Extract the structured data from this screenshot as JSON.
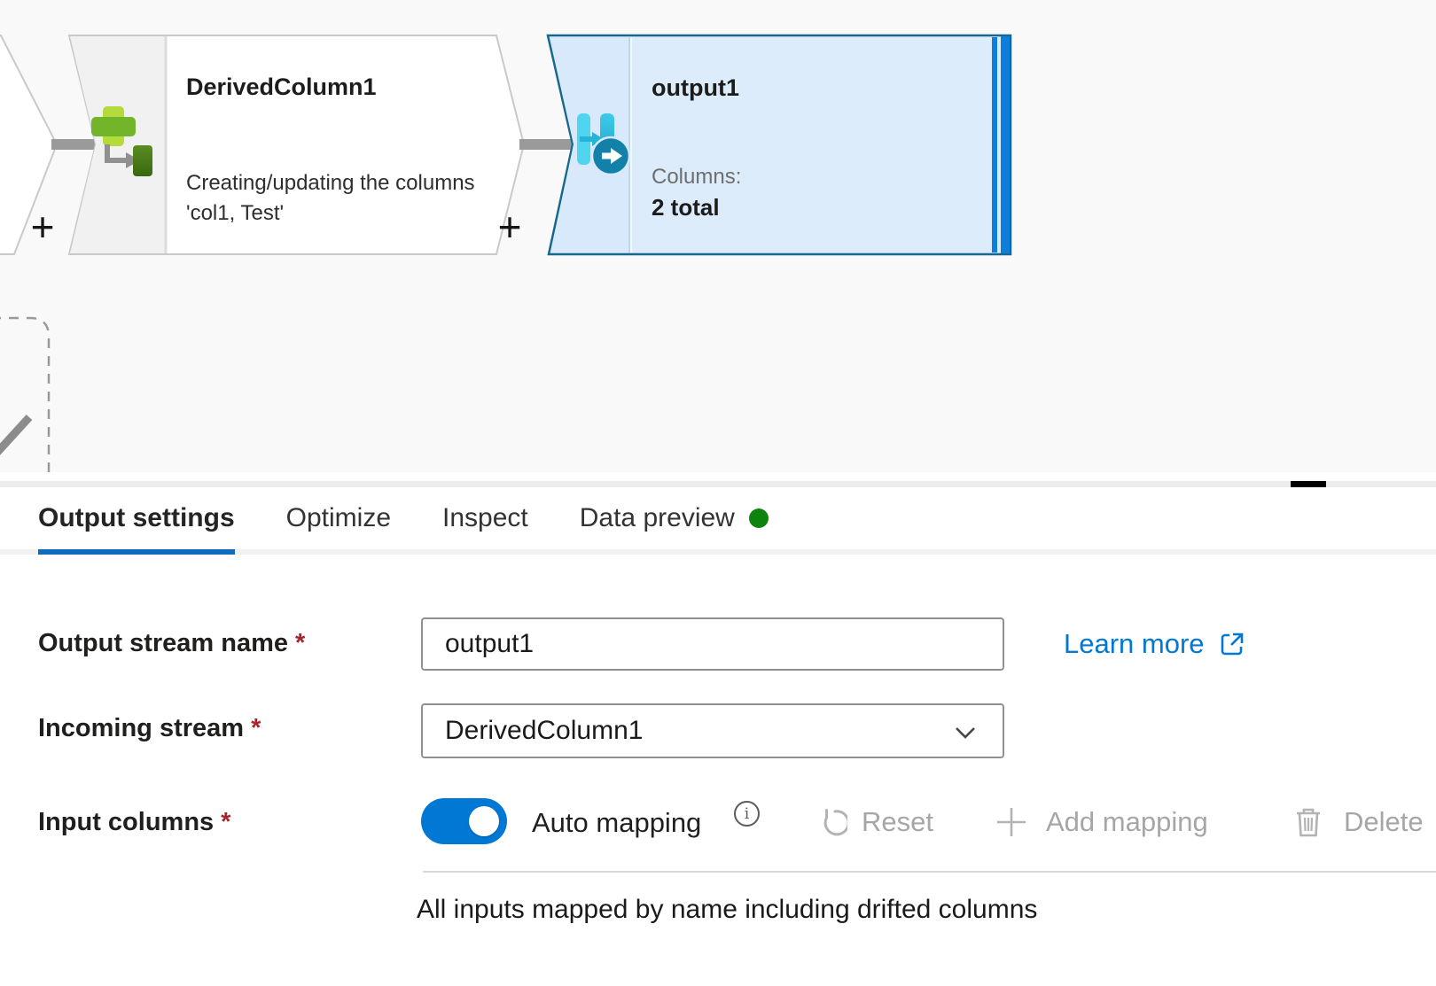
{
  "canvas": {
    "derived_node": {
      "title": "DerivedColumn1",
      "description_line1": "Creating/updating the columns",
      "description_line2": "'col1, Test'",
      "add_button": "+"
    },
    "sink_node": {
      "title": "output1",
      "columns_label": "Columns:",
      "columns_value": "2 total",
      "add_button": "+"
    }
  },
  "panel": {
    "tabs": [
      {
        "label": "Output settings"
      },
      {
        "label": "Optimize"
      },
      {
        "label": "Inspect"
      },
      {
        "label": "Data preview"
      }
    ],
    "output_stream": {
      "label": "Output stream name",
      "required": "*",
      "value": "output1"
    },
    "learn_more": {
      "label": "Learn more"
    },
    "incoming_stream": {
      "label": "Incoming stream",
      "required": "*",
      "value": "DerivedColumn1"
    },
    "input_columns": {
      "label": "Input columns",
      "required": "*"
    },
    "auto_mapping": {
      "label": "Auto mapping",
      "state": "on"
    },
    "actions": {
      "reset": "Reset",
      "add_mapping": "Add mapping",
      "delete": "Delete"
    },
    "caption": "All inputs mapped by name including drifted columns"
  },
  "colors": {
    "accent_blue": "#0078d4",
    "tab_underline": "#0f6cbd",
    "status_green": "#0e840e",
    "required_red": "#a4262c",
    "selected_node_border": "#17688c",
    "selected_node_fill": "#dcecfb",
    "stripe_blue": "#0d7edb",
    "disabled_gray": "#a6a6a6",
    "connector_gray": "#9a9a9a"
  }
}
